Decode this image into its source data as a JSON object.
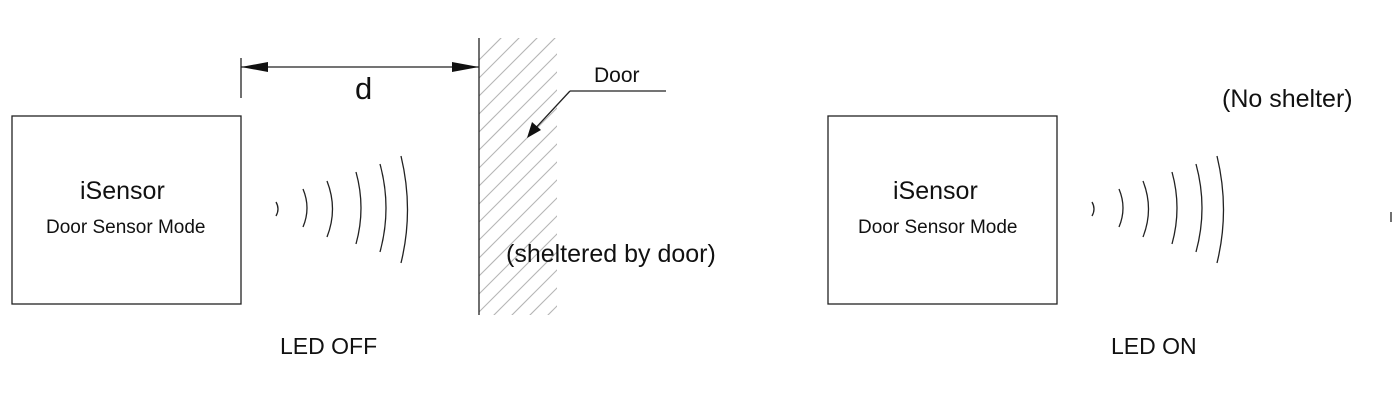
{
  "left_scene": {
    "sensor_name": "iSensor",
    "sensor_mode": "Door Sensor Mode",
    "distance_label": "d",
    "door_label": "Door",
    "door_note": "(sheltered by door)",
    "led_state": "LED OFF"
  },
  "right_scene": {
    "sensor_name": "iSensor",
    "sensor_mode": "Door Sensor Mode",
    "note": "(No shelter)",
    "led_state": "LED ON"
  },
  "colors": {
    "line": "#222222",
    "hatch": "#b5b5b5",
    "background": "#ffffff"
  }
}
